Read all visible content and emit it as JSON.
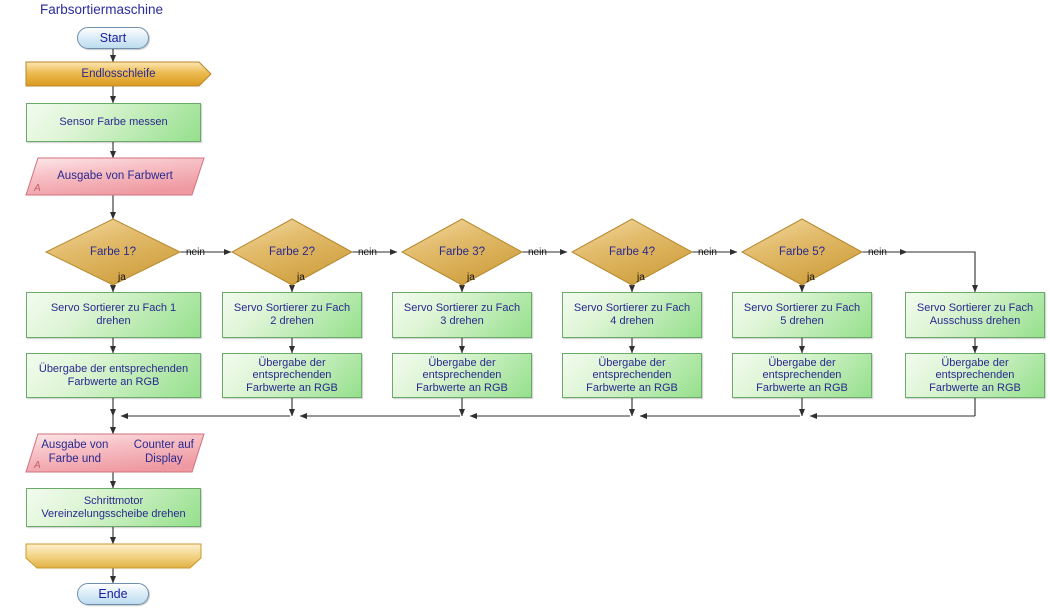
{
  "title": "Farbsortiermaschine",
  "colors": {
    "green_fill": "#95e08c",
    "green_border": "#6aab6a",
    "orange_fill": "#e0a92e",
    "orange_border": "#b8862a",
    "diamond_fill": "#dfb861",
    "diamond_border": "#b8882f",
    "io_fill": "#f0a0a8",
    "io_border": "#d1717c",
    "terminator_fill": "#bcdcef",
    "terminator_border": "#6f8fae",
    "text": "#29298f",
    "title_text": "#2b2b9e",
    "line": "#3a3a3a",
    "a_marker": "#c8606a"
  },
  "start": {
    "label": "Start"
  },
  "loop_start": {
    "label": "Endlosschleife"
  },
  "loop_end": {
    "label": ""
  },
  "sensor": {
    "label": "Sensor Farbe messen"
  },
  "output_color": {
    "label": "Ausgabe von Farbwert",
    "marker": "A"
  },
  "output_display": {
    "line1": "Ausgabe von Farbe und",
    "line2": "Counter auf Display",
    "marker": "A"
  },
  "stepper": {
    "line1": "Schrittmotor",
    "line2": "Vereinzelungsscheibe drehen"
  },
  "end": {
    "label": "Ende"
  },
  "edge_labels": {
    "yes": "ja",
    "no": "nein"
  },
  "branches": [
    {
      "decision": "Farbe 1?",
      "servo_line1": "Servo Sortierer zu Fach 1",
      "servo_line2": "drehen",
      "handoff_line1": "Übergabe der entsprechenden",
      "handoff_line2": "Farbwerte an RGB",
      "handoff_line3": ""
    },
    {
      "decision": "Farbe 2?",
      "servo_line1": "Servo Sortierer zu Fach",
      "servo_line2": "2 drehen",
      "handoff_line1": "Übergabe der",
      "handoff_line2": "entsprechenden",
      "handoff_line3": "Farbwerte an RGB"
    },
    {
      "decision": "Farbe 3?",
      "servo_line1": "Servo Sortierer zu Fach",
      "servo_line2": "3 drehen",
      "handoff_line1": "Übergabe der",
      "handoff_line2": "entsprechenden",
      "handoff_line3": "Farbwerte an RGB"
    },
    {
      "decision": "Farbe 4?",
      "servo_line1": "Servo Sortierer zu Fach",
      "servo_line2": "4 drehen",
      "handoff_line1": "Übergabe der",
      "handoff_line2": "entsprechenden",
      "handoff_line3": "Farbwerte an RGB"
    },
    {
      "decision": "Farbe 5?",
      "servo_line1": "Servo Sortierer zu Fach",
      "servo_line2": "5 drehen",
      "handoff_line1": "Übergabe der",
      "handoff_line2": "entsprechenden",
      "handoff_line3": "Farbwerte an RGB"
    },
    {
      "decision": "",
      "servo_line1": "Servo Sortierer zu Fach",
      "servo_line2": "Ausschuss drehen",
      "handoff_line1": "Übergabe der",
      "handoff_line2": "entsprechenden",
      "handoff_line3": "Farbwerte an RGB"
    }
  ]
}
